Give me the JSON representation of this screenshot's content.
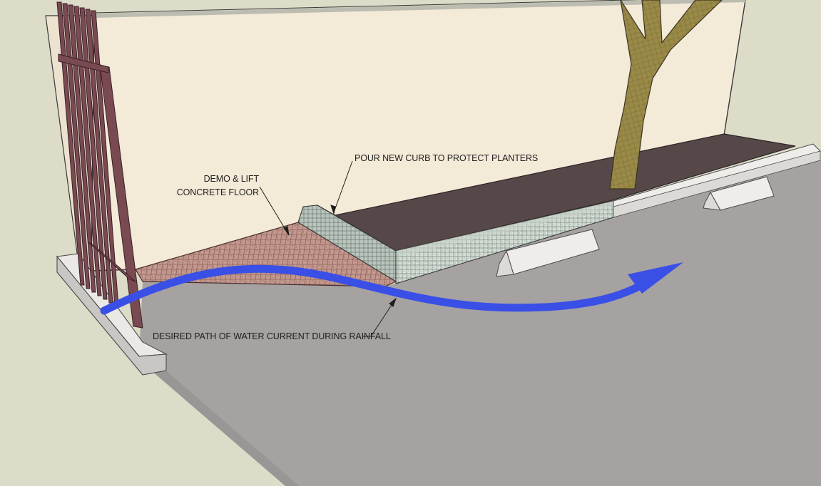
{
  "annotations": {
    "demo_line1": "DEMO & LIFT",
    "demo_line2": "CONCRETE FLOOR",
    "curb": "POUR NEW CURB TO PROTECT PLANTERS",
    "water": "DESIRED PATH OF WATER CURRENT DURING RAINFALL"
  },
  "colors": {
    "background": "#dcdcc8",
    "wall": "#f4ead8",
    "wall_side": "#ece2cf",
    "planter_soil": "#564848",
    "parking_lot": "#a6a2a2",
    "sidewalk": "#ebe9e6",
    "demo_floor": "#c59b90",
    "new_curb": "#d8e0d8",
    "water_arrow": "#3a4fe6",
    "fence": "#7a4a52",
    "tree": "#9a8a48"
  }
}
